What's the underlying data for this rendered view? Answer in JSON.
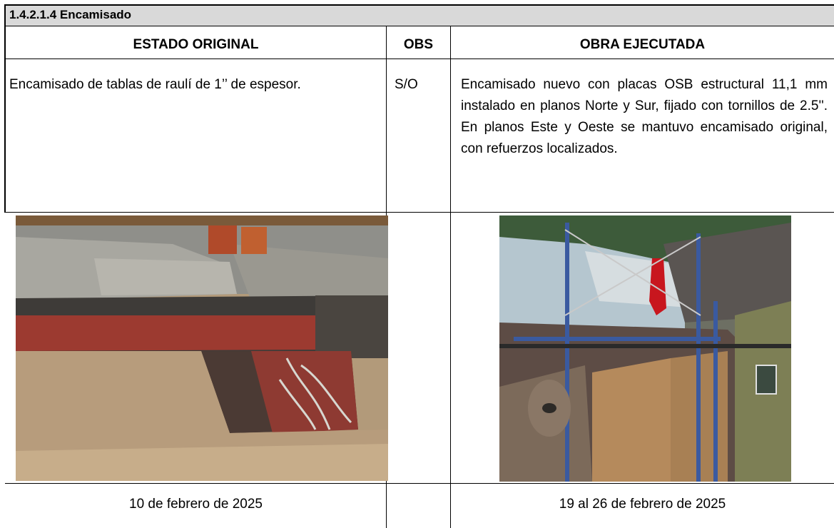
{
  "section": {
    "title": "1.4.2.1.4 Encamisado"
  },
  "headers": {
    "original": "ESTADO ORIGINAL",
    "obs": "OBS",
    "executed": "OBRA EJECUTADA"
  },
  "row": {
    "original": "Encamisado de tablas de raulí de 1’’ de espesor.",
    "obs": "S/O",
    "executed": "Encamisado nuevo con placas OSB estructural 11,1 mm instalado en planos Norte y Sur, fijado con tornillos de 2.5''. En planos Este y Oeste se mantuvo encamisado original, con refuerzos localizados."
  },
  "dates": {
    "original": "10 de febrero de 2025",
    "executed": "19 al 26 de febrero de 2025"
  }
}
